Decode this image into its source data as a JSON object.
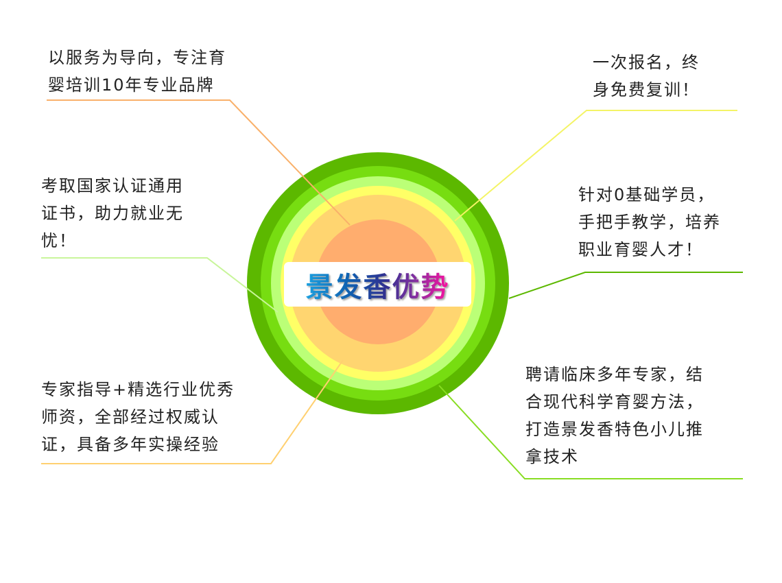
{
  "title": "景发香优势",
  "colors": {
    "ring_outer": "#5cb800",
    "ring2": "#77dd11",
    "ring3": "#bbff77",
    "ring4": "#ffff66",
    "ring5": "#ffd570",
    "core": "#ffad6e"
  },
  "notes": [
    {
      "id": "top-left",
      "lines": [
        "以服务为导向，专注育",
        "婴培训10年专业品牌"
      ]
    },
    {
      "id": "top-right",
      "lines": [
        "一次报名，终",
        "身免费复训！"
      ]
    },
    {
      "id": "left",
      "lines": [
        "考取国家认证通用",
        "证书，助力就业无",
        "忧！"
      ]
    },
    {
      "id": "right",
      "lines": [
        "针对0基础学员，",
        "手把手教学，培养",
        "职业育婴人才！"
      ]
    },
    {
      "id": "bottom-left",
      "lines": [
        "专家指导+精选行业优秀",
        "师资，全部经过权威认",
        "证，具备多年实操经验"
      ]
    },
    {
      "id": "bottom-right",
      "lines": [
        "聘请临床多年专家，结",
        "合现代科学育婴方法，",
        "打造景发香特色小儿推",
        "拿技术"
      ]
    }
  ]
}
